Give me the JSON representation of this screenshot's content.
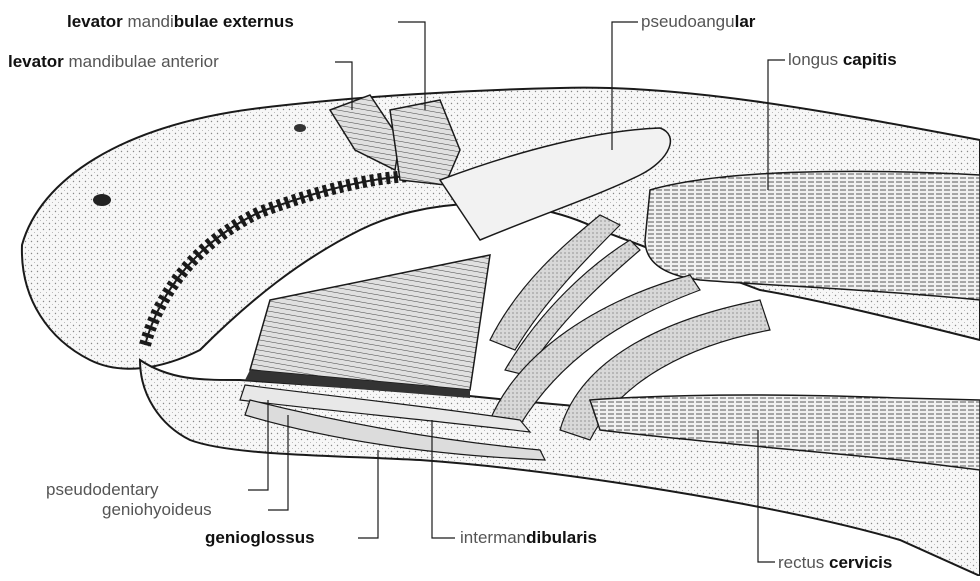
{
  "labels": {
    "lme": {
      "p1": "levator",
      "p2": " mandi",
      "p3": "bulae externus"
    },
    "lma": {
      "p1": "levator",
      "p2": " mandibulae anterior"
    },
    "pseudoangular": {
      "p1": "pseudoangu",
      "p2": "lar"
    },
    "longus": {
      "p1": "longus",
      "p2": " capitis"
    },
    "pseudodentary": "pseudodentary",
    "geniohyoideus": "geniohyoideus",
    "genioglossus": "genioglossus",
    "intermandibularis": {
      "p1": "interman",
      "p2": "dibularis"
    },
    "rectus": {
      "p1": "rectus",
      "p2": " cervicis"
    }
  },
  "colors": {
    "ink": "#1a1a1a",
    "muscle_fill": "#e6e6e6",
    "skin_fill": "#f4f4f4",
    "label_dark": "#111111",
    "label_light": "#555555"
  }
}
